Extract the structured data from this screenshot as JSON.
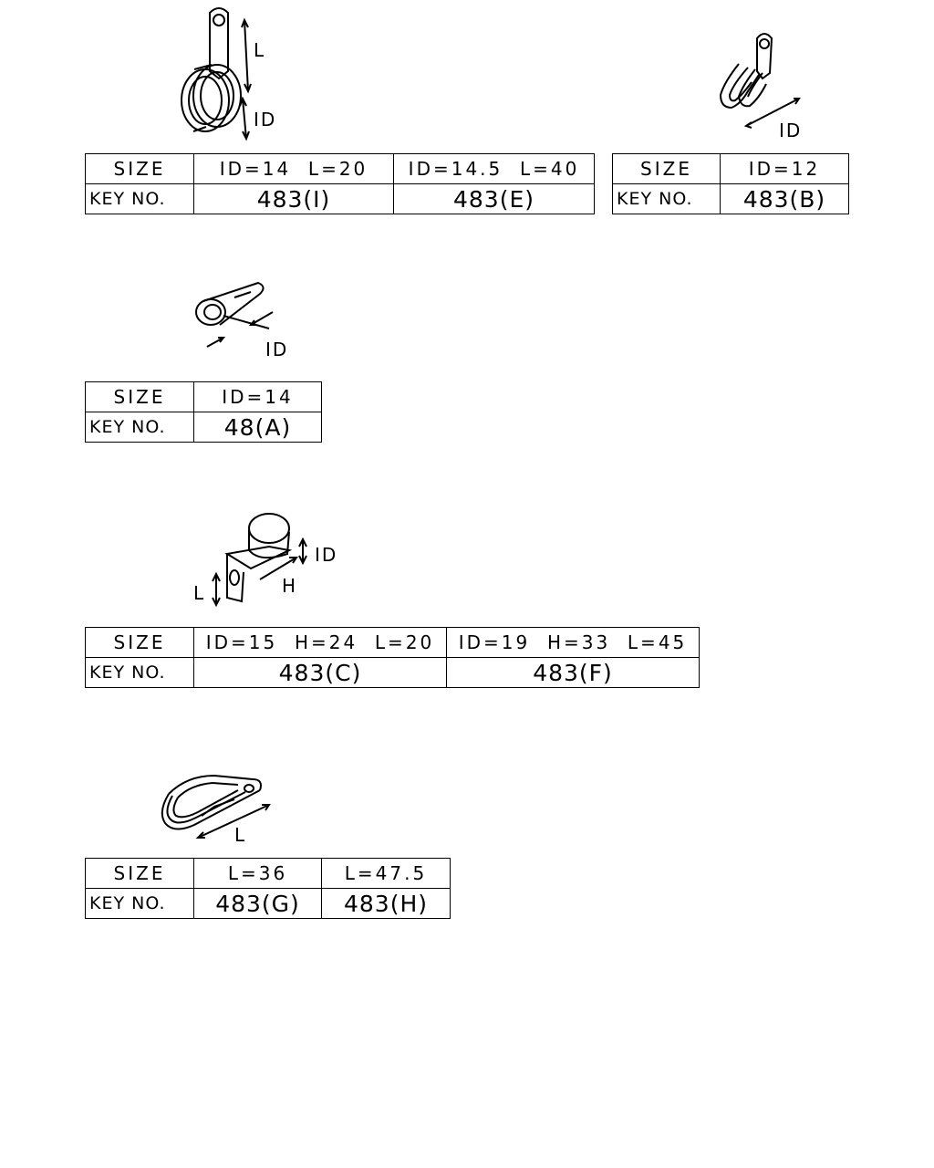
{
  "parts": [
    {
      "figure": {
        "labels": [
          "L",
          "ID"
        ]
      },
      "table": {
        "size_header": "SIZE",
        "key_header": "KEY NO.",
        "sizes": [
          "ID=14  L=20",
          "ID=14.5  L=40"
        ],
        "keys": [
          "483(I)",
          "483(E)"
        ]
      }
    },
    {
      "figure": {
        "labels": [
          "ID"
        ]
      },
      "table": {
        "size_header": "SIZE",
        "key_header": "KEY NO.",
        "sizes": [
          "ID=12"
        ],
        "keys": [
          "483(B)"
        ]
      }
    },
    {
      "figure": {
        "labels": [
          "ID"
        ]
      },
      "table": {
        "size_header": "SIZE",
        "key_header": "KEY NO.",
        "sizes": [
          "ID=14"
        ],
        "keys": [
          "48(A)"
        ]
      }
    },
    {
      "figure": {
        "labels": [
          "ID",
          "L",
          "H"
        ]
      },
      "table": {
        "size_header": "SIZE",
        "key_header": "KEY NO.",
        "sizes": [
          "ID=15  H=24  L=20",
          "ID=19  H=33  L=45"
        ],
        "keys": [
          "483(C)",
          "483(F)"
        ]
      }
    },
    {
      "figure": {
        "labels": [
          "L"
        ]
      },
      "table": {
        "size_header": "SIZE",
        "key_header": "KEY NO.",
        "sizes": [
          "L=36",
          "L=47.5"
        ],
        "keys": [
          "483(G)",
          "483(H)"
        ]
      }
    }
  ]
}
